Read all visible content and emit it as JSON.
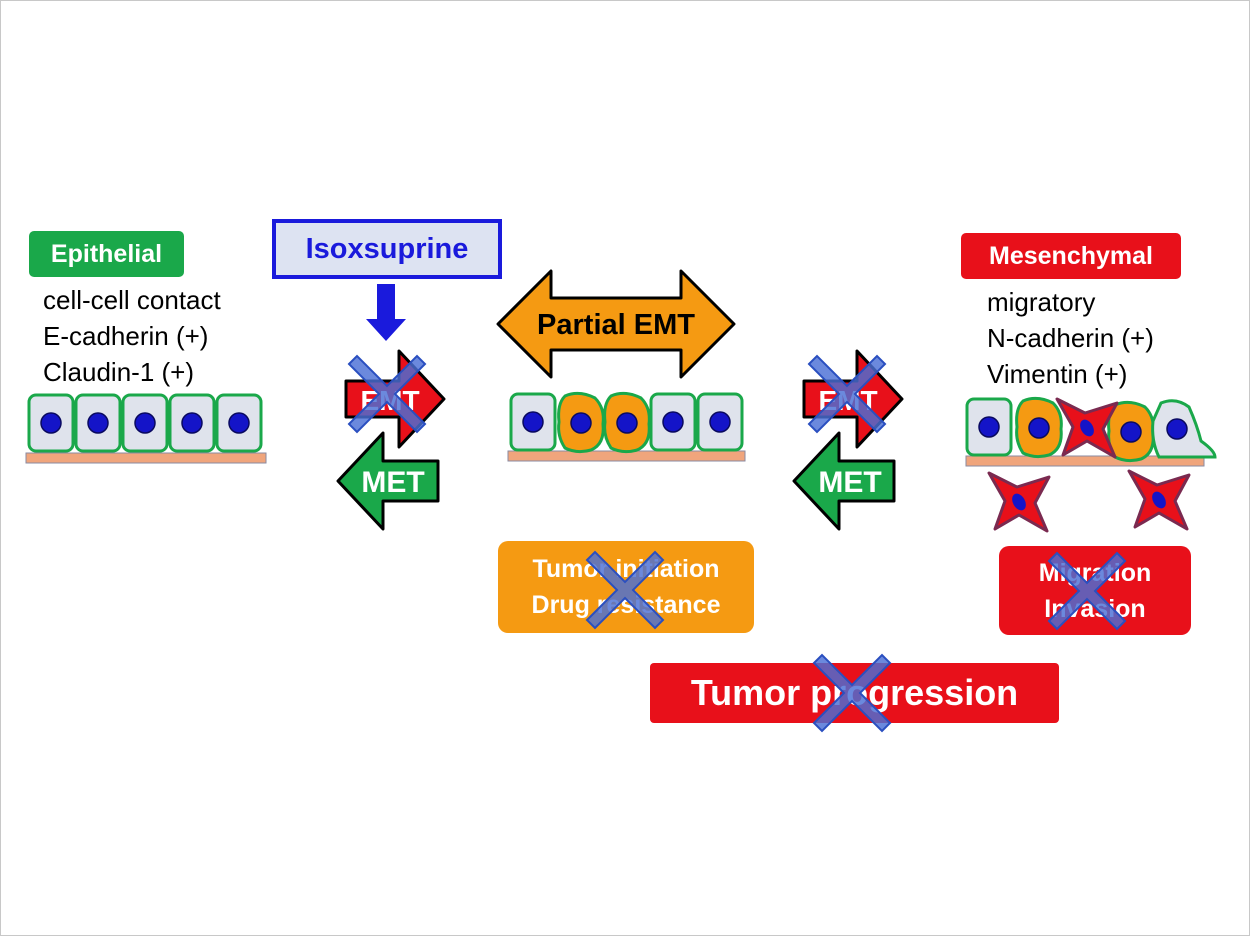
{
  "epithelial": {
    "label": "Epithelial",
    "properties": [
      "cell-cell contact",
      "E-cadherin (+)",
      "Claudin-1 (+)"
    ]
  },
  "mesenchymal": {
    "label": "Mesenchymal",
    "properties": [
      "migratory",
      "N-cadherin (+)",
      "Vimentin (+)"
    ]
  },
  "drug": {
    "label": "Isoxsuprine"
  },
  "arrows": {
    "emt": "EMT",
    "met": "MET",
    "partial_emt": "Partial EMT"
  },
  "outcomes": {
    "tumor_initiation": [
      "Tumor initiation",
      "Drug resistance"
    ],
    "migration": [
      "Migration",
      "Invasion"
    ],
    "tumor_progression": "Tumor progression"
  },
  "colors": {
    "green": "#1aa84a",
    "red": "#e8101a",
    "orange": "#f59a12",
    "blue": "#1a1adc",
    "cross": "#4a6fd6",
    "cell_fill": "#dfe3ec",
    "membrane": "#f0a57c"
  }
}
